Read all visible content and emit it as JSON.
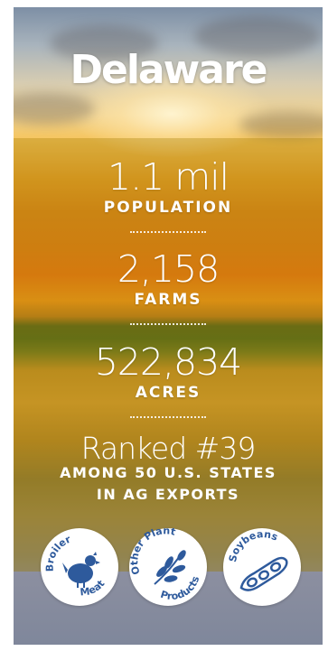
{
  "state": {
    "name": "Delaware"
  },
  "stats": [
    {
      "value": "1.1 mil",
      "label": "POPULATION"
    },
    {
      "value": "2,158",
      "label": "FARMS"
    },
    {
      "value": "522,834",
      "label": "ACRES"
    }
  ],
  "ranking": {
    "headline": "Ranked #39",
    "line1": "AMONG 50 U.S. STATES",
    "line2": "IN AG EXPORTS"
  },
  "commodities": [
    {
      "word1": "Broiler",
      "word2": "Meat",
      "icon": "chicken-icon"
    },
    {
      "word1": "Other Plant",
      "word2": "Products",
      "icon": "plant-sprig-icon"
    },
    {
      "word1": "Soybeans",
      "word2": "",
      "icon": "soybean-pod-icon"
    }
  ],
  "colors": {
    "icon_blue": "#2e5a9c",
    "overlay_gold": "#a07800",
    "text": "#ffffff"
  }
}
